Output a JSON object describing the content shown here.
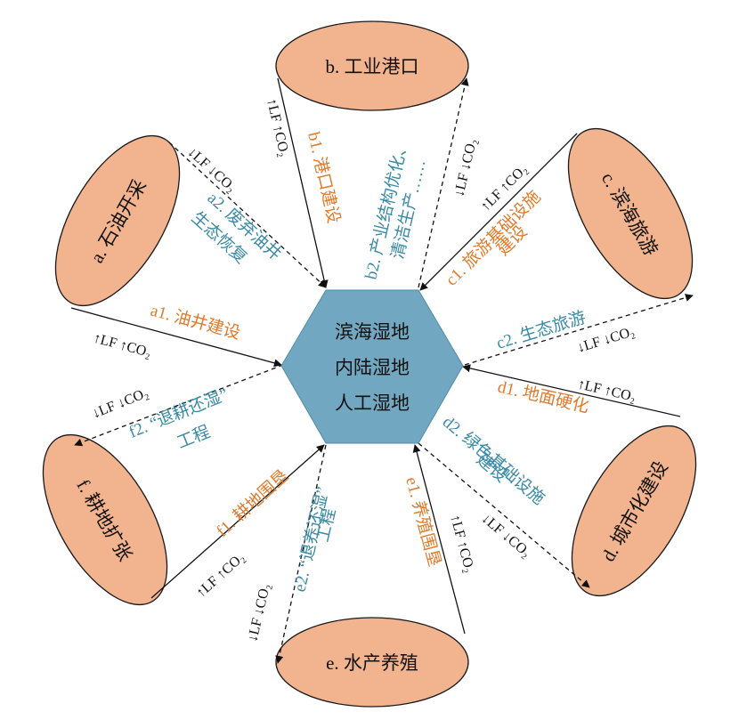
{
  "center": {
    "lines": [
      "滨海湿地",
      "内陆湿地",
      "人工湿地"
    ]
  },
  "nodes": {
    "a": "a. 石油开采",
    "b": "b. 工业港口",
    "c": "c. 滨海旅游",
    "d": "d. 城市化建设",
    "e": "e. 水产养殖",
    "f": "f. 耕地扩张"
  },
  "edges": {
    "a1": {
      "label": "a1. 油井建设",
      "flux": "↑LF ↑CO₂"
    },
    "a2": {
      "line1": "a2. 废弃油井",
      "line2": "生态恢复",
      "flux": "↓LF ↓CO₂"
    },
    "b1": {
      "label": "b1. 港口建设",
      "flux": "↑LF ↑CO₂"
    },
    "b2": {
      "line1": "b2. 产业结构优化、",
      "line2": "清洁生产……",
      "flux": "↓LF ↓CO₂"
    },
    "c1": {
      "line1": "c1. 旅游基础设施",
      "line2": "建设",
      "flux": "↑LF ↑CO₂"
    },
    "c2": {
      "label": "c2. 生态旅游",
      "flux": "↓LF ↓CO₂"
    },
    "d1": {
      "label": "d1. 地面硬化",
      "flux": "↑LF ↑CO₂"
    },
    "d2": {
      "line1": "d2. 绿色基础设施",
      "line2": "建设",
      "flux": "↓LF ↓CO₂"
    },
    "e1": {
      "label": "e1. 养殖围垦",
      "flux": "↑LF ↑CO₂"
    },
    "e2": {
      "line1": "e2. “退养还湿”",
      "line2": "工程",
      "flux": "↓LF ↓CO₂"
    },
    "f1": {
      "label": "f1. 耕地围垦",
      "flux": "↑LF ↑CO₂"
    },
    "f2": {
      "line1": "f2. “退耕还湿”",
      "line2": "工程",
      "flux": "↓LF ↓CO₂"
    }
  },
  "colors": {
    "node_fill": "#F2B38F",
    "hex_fill": "#71A7C0",
    "human_impact": "#E07A2A",
    "restoration": "#3A8AA6"
  }
}
